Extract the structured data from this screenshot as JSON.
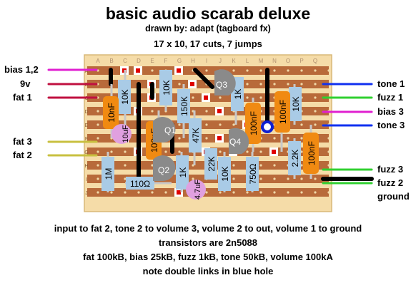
{
  "header": {
    "title": "basic audio scarab deluxe",
    "drawn_by": "drawn by: adapt (tagboard fx)",
    "board_info": "17 x 10, 17 cuts, 7 jumps"
  },
  "board": {
    "columns": [
      "A",
      "B",
      "C",
      "D",
      "E",
      "F",
      "G",
      "H",
      "I",
      "J",
      "K",
      "L",
      "M",
      "N",
      "O",
      "P",
      "Q"
    ],
    "rows": [
      "A",
      "B",
      "C",
      "D",
      "E",
      "F",
      "G",
      "H",
      "I",
      "J"
    ]
  },
  "labels_left": {
    "bias12": "bias 1,2",
    "v9": "9v",
    "fat1": "fat 1",
    "fat3": "fat 3",
    "fat2": "fat 2"
  },
  "labels_right": {
    "tone1": "tone 1",
    "fuzz1": "fuzz 1",
    "bias3": "bias 3",
    "tone3": "tone 3",
    "fuzz3": "fuzz 3",
    "fuzz2": "fuzz 2",
    "ground": "ground"
  },
  "components": {
    "r10k_a": "10K",
    "r10k_b": "10K",
    "r150k": "150K",
    "r1k_a": "1K",
    "r10k_c": "10K",
    "r47k": "47K",
    "r1m": "1M",
    "r110": "110Ω",
    "r1k_b": "1K",
    "r22k": "22K",
    "r10k_d": "10K",
    "r750": "750Ω",
    "r2_2k": "2.2K",
    "c10nf": "10nF",
    "c100nf_a": "100nF",
    "c100nf_b": "100nF",
    "c100nf_c": "100nF",
    "c100nf_d": "100nF",
    "e10uf": "10uF",
    "e4_7uf": "4.7uF",
    "q1": "Q1",
    "q2": "Q2",
    "q3": "Q3",
    "q4": "Q4"
  },
  "notes": {
    "line1": "input to fat 2, tone 2 to volume 3, volume 2 to out, volume 1 to ground",
    "line2": "transistors are 2n5088",
    "line3": "fat 100kB, bias 25kB, fuzz 1kB, tone 50kB, volume 100kA",
    "line4": "note double links in blue hole"
  },
  "colors": {
    "board": "#f5dca8",
    "strip": "#b86a3a",
    "resistor": "#a9cbe6",
    "capacitor": "#f08a12",
    "electrolytic": "#e0a0e0",
    "transistor": "#8a8a8a",
    "cut": "#e00000"
  }
}
